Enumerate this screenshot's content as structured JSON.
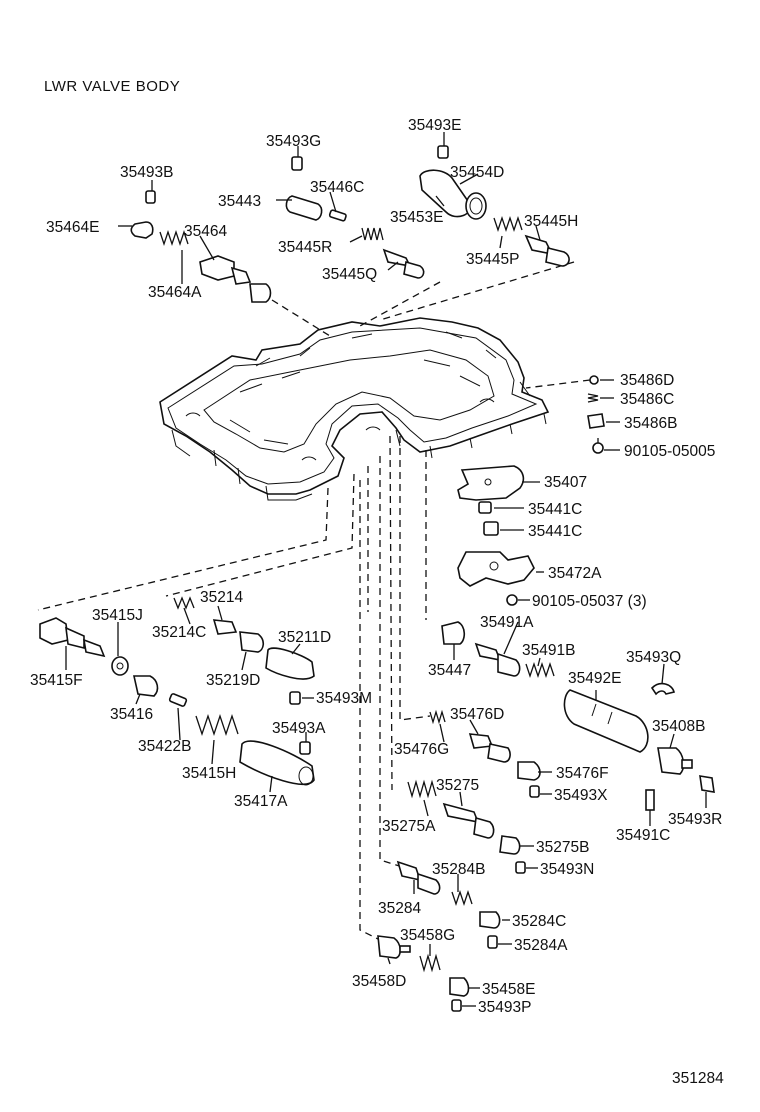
{
  "diagram": {
    "title": "LWR VALVE BODY",
    "figure_number": "351284",
    "parts": [
      {
        "id": "p_35493G",
        "label": "35493G"
      },
      {
        "id": "p_35493E",
        "label": "35493E"
      },
      {
        "id": "p_35493B",
        "label": "35493B"
      },
      {
        "id": "p_35443",
        "label": "35443"
      },
      {
        "id": "p_35446C",
        "label": "35446C"
      },
      {
        "id": "p_35454D",
        "label": "35454D"
      },
      {
        "id": "p_35464E",
        "label": "35464E"
      },
      {
        "id": "p_35464",
        "label": "35464"
      },
      {
        "id": "p_35453E",
        "label": "35453E"
      },
      {
        "id": "p_35445H",
        "label": "35445H"
      },
      {
        "id": "p_35445R",
        "label": "35445R"
      },
      {
        "id": "p_35445P",
        "label": "35445P"
      },
      {
        "id": "p_35445Q",
        "label": "35445Q"
      },
      {
        "id": "p_35464A",
        "label": "35464A"
      },
      {
        "id": "p_35486D",
        "label": "35486D"
      },
      {
        "id": "p_35486C",
        "label": "35486C"
      },
      {
        "id": "p_35486B",
        "label": "35486B"
      },
      {
        "id": "p_90105_05005",
        "label": "90105-05005"
      },
      {
        "id": "p_35407",
        "label": "35407"
      },
      {
        "id": "p_35441C_1",
        "label": "35441C"
      },
      {
        "id": "p_35441C_2",
        "label": "35441C"
      },
      {
        "id": "p_35472A",
        "label": "35472A"
      },
      {
        "id": "p_90105_05037",
        "label": "90105-05037 (3)"
      },
      {
        "id": "p_35415J",
        "label": "35415J"
      },
      {
        "id": "p_35214",
        "label": "35214"
      },
      {
        "id": "p_35214C",
        "label": "35214C"
      },
      {
        "id": "p_35211D",
        "label": "35211D"
      },
      {
        "id": "p_35491A",
        "label": "35491A"
      },
      {
        "id": "p_35415F",
        "label": "35415F"
      },
      {
        "id": "p_35219D",
        "label": "35219D"
      },
      {
        "id": "p_35447",
        "label": "35447"
      },
      {
        "id": "p_35491B",
        "label": "35491B"
      },
      {
        "id": "p_35493Q",
        "label": "35493Q"
      },
      {
        "id": "p_35416",
        "label": "35416"
      },
      {
        "id": "p_35493M",
        "label": "35493M"
      },
      {
        "id": "p_35492E",
        "label": "35492E"
      },
      {
        "id": "p_35476D",
        "label": "35476D"
      },
      {
        "id": "p_35408B",
        "label": "35408B"
      },
      {
        "id": "p_35422B",
        "label": "35422B"
      },
      {
        "id": "p_35493A",
        "label": "35493A"
      },
      {
        "id": "p_35476G",
        "label": "35476G"
      },
      {
        "id": "p_35415H",
        "label": "35415H"
      },
      {
        "id": "p_35476F",
        "label": "35476F"
      },
      {
        "id": "p_35275",
        "label": "35275"
      },
      {
        "id": "p_35417A",
        "label": "35417A"
      },
      {
        "id": "p_35493X",
        "label": "35493X"
      },
      {
        "id": "p_35493R",
        "label": "35493R"
      },
      {
        "id": "p_35275A",
        "label": "35275A"
      },
      {
        "id": "p_35491C",
        "label": "35491C"
      },
      {
        "id": "p_35275B",
        "label": "35275B"
      },
      {
        "id": "p_35284B",
        "label": "35284B"
      },
      {
        "id": "p_35493N",
        "label": "35493N"
      },
      {
        "id": "p_35284",
        "label": "35284"
      },
      {
        "id": "p_35284C",
        "label": "35284C"
      },
      {
        "id": "p_35458G",
        "label": "35458G"
      },
      {
        "id": "p_35284A",
        "label": "35284A"
      },
      {
        "id": "p_35458D",
        "label": "35458D"
      },
      {
        "id": "p_35458E",
        "label": "35458E"
      },
      {
        "id": "p_35493P",
        "label": "35493P"
      }
    ]
  }
}
